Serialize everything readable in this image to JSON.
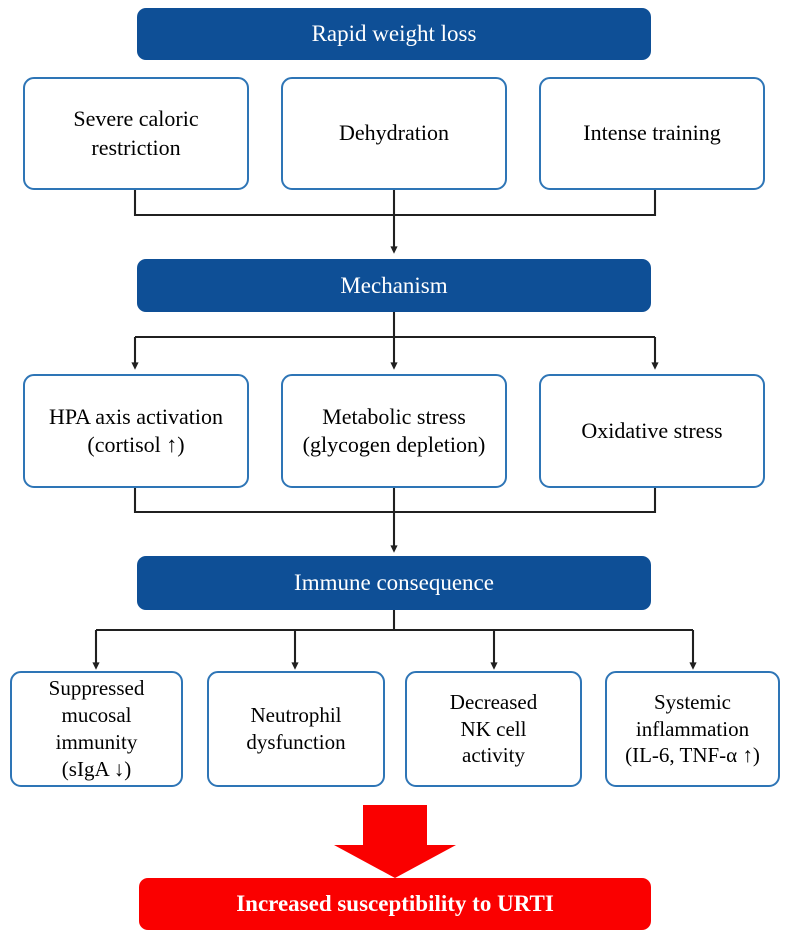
{
  "diagram": {
    "title": "Rapid weight loss pathway to increased URTI susceptibility",
    "colors": {
      "banner_blue": "#0E4F96",
      "card_border_blue": "#2E75B6",
      "banner_red": "#FA0000",
      "connector_black": "#202020",
      "text_on_banner": "#FFFFFF",
      "text_on_card": "#000000"
    },
    "levels": {
      "top_banner": {
        "label": "Rapid weight loss"
      },
      "causes": [
        {
          "label": "Severe caloric\nrestriction"
        },
        {
          "label": "Dehydration"
        },
        {
          "label": "Intense training"
        }
      ],
      "mechanism_banner": {
        "label": "Mechanism"
      },
      "mechanisms": [
        {
          "label": "HPA axis activation\n(cortisol ↑)"
        },
        {
          "label": "Metabolic stress\n(glycogen depletion)"
        },
        {
          "label": "Oxidative stress"
        }
      ],
      "immune_banner": {
        "label": "Immune consequence"
      },
      "immune_effects": [
        {
          "label": "Suppressed\nmucosal\nimmunity\n(sIgA ↓)"
        },
        {
          "label": "Neutrophil\ndysfunction"
        },
        {
          "label": "Decreased\nNK cell\nactivity"
        },
        {
          "label": "Systemic\ninflammation\n(IL-6, TNF-α ↑)"
        }
      ],
      "outcome_arrow": {
        "icon": "down-arrow-icon"
      },
      "outcome_banner": {
        "label": "Increased susceptibility to URTI"
      }
    }
  }
}
